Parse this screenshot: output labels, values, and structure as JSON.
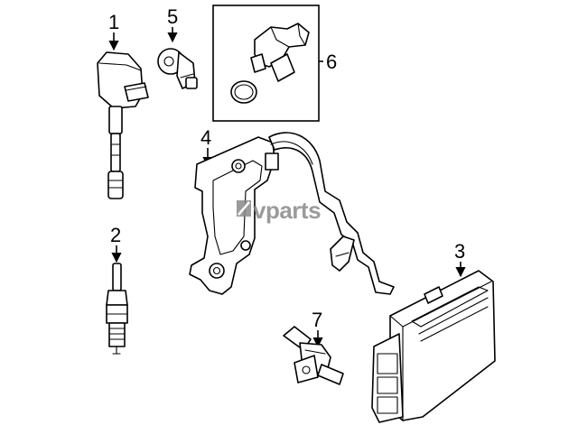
{
  "callouts": [
    {
      "id": "1",
      "label": "1"
    },
    {
      "id": "2",
      "label": "2"
    },
    {
      "id": "3",
      "label": "3"
    },
    {
      "id": "4",
      "label": "4"
    },
    {
      "id": "5",
      "label": "5"
    },
    {
      "id": "6",
      "label": "6"
    },
    {
      "id": "7",
      "label": "7"
    }
  ],
  "watermark": {
    "text": "vparts"
  }
}
